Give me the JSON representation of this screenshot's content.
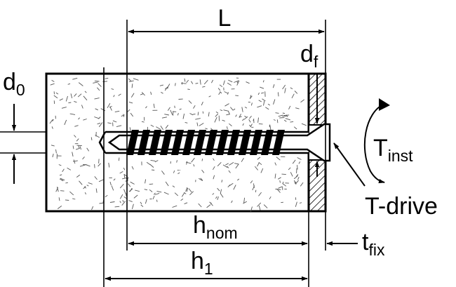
{
  "labels": {
    "L": "L",
    "d0_main": "d",
    "d0_sub": "0",
    "df_main": "d",
    "df_sub": "f",
    "tinst_main": "T",
    "tinst_sub": "inst",
    "tdrive": "T-drive",
    "hnom_main": "h",
    "hnom_sub": "nom",
    "h1_main": "h",
    "h1_sub": "1",
    "tfix_main": "t",
    "tfix_sub": "fix"
  }
}
